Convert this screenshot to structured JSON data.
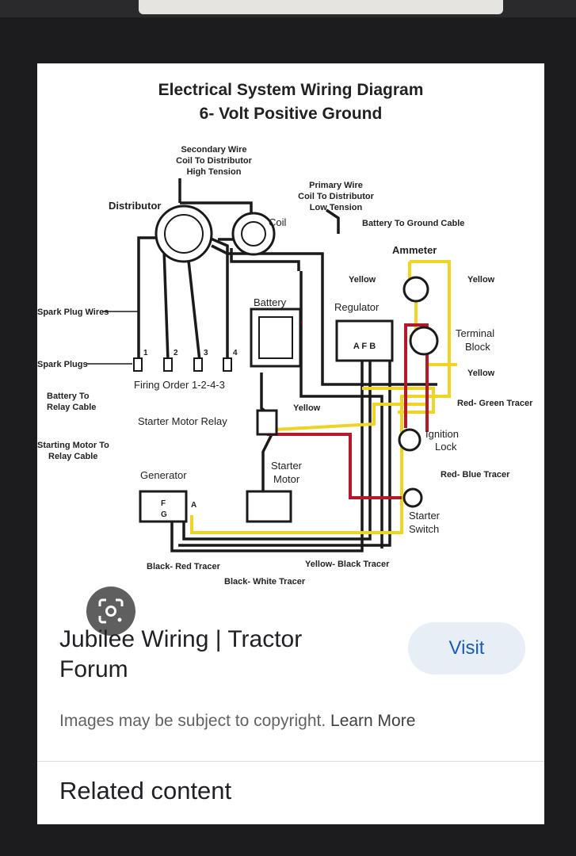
{
  "diagram": {
    "title": "Electrical System Wiring Diagram",
    "subtitle": "6- Volt Positive Ground",
    "labels": {
      "secondary_wire_1": "Secondary Wire",
      "secondary_wire_2": "Coil To Distributor",
      "secondary_wire_3": "High Tension",
      "primary_wire_1": "Primary Wire",
      "primary_wire_2": "Coil To Distributor",
      "primary_wire_3": "Low Tension",
      "distributor": "Distributor",
      "coil": "Coil",
      "battery_ground": "Battery To Ground Cable",
      "ammeter": "Ammeter",
      "yellow_1": "Yellow",
      "yellow_2": "Yellow",
      "battery": "Battery",
      "regulator": "Regulator",
      "regulator_terminals": "A F B",
      "terminal_block_1": "Terminal",
      "terminal_block_2": "Block",
      "spark_plug_wires": "Spark Plug Wires",
      "spark_plugs": "Spark Plugs",
      "plug_1": "1",
      "plug_2": "2",
      "plug_3": "3",
      "plug_4": "4",
      "yellow_3": "Yellow",
      "firing_order": "Firing Order 1-2-4-3",
      "battery_relay_1": "Battery To",
      "battery_relay_2": "Relay Cable",
      "yellow_4": "Yellow",
      "red_green": "Red- Green Tracer",
      "starter_relay": "Starter Motor Relay",
      "ignition_1": "Ignition",
      "ignition_2": "Lock",
      "starting_motor_1": "Starting Motor To",
      "starting_motor_2": "Relay Cable",
      "starter_motor_1": "Starter",
      "starter_motor_2": "Motor",
      "generator": "Generator",
      "red_blue": "Red- Blue Tracer",
      "gen_terminals_f": "F",
      "gen_terminals_g": "G",
      "gen_terminal_a": "A",
      "starter_switch_1": "Starter",
      "starter_switch_2": "Switch",
      "black_red": "Black- Red Tracer",
      "yellow_black": "Yellow- Black Tracer",
      "black_white": "Black- White Tracer"
    }
  },
  "result": {
    "title": "Jubilee Wiring | Tractor Forum",
    "visit_label": "Visit",
    "copyright_text": "Images may be subject to copyright.",
    "learn_more": "Learn More"
  },
  "related": {
    "heading": "Related content"
  },
  "icons": {
    "lens": "google-lens-icon"
  },
  "colors": {
    "yellow_wire": "#f0d324",
    "red_wire": "#b3192b",
    "black_wire": "#1a1a1a",
    "accent": "#1a5bb5"
  }
}
